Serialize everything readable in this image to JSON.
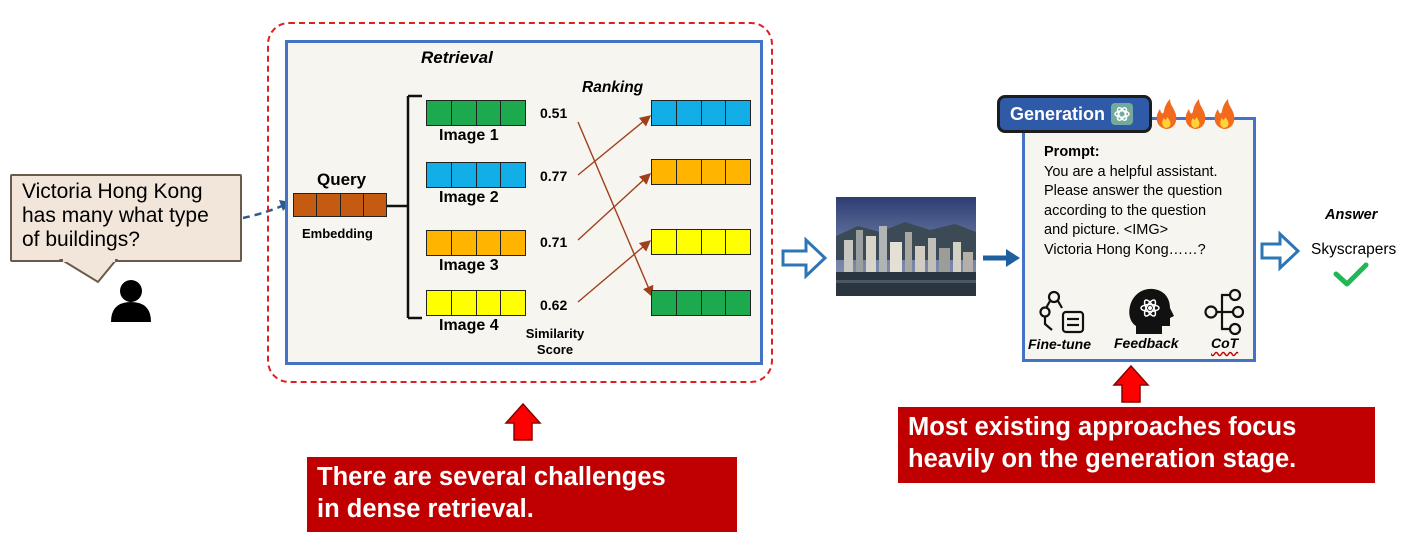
{
  "query": {
    "lines": [
      "Victoria Hong Kong",
      "has many what type",
      "of buildings?"
    ],
    "title": "Query",
    "embedding_label": "Embedding"
  },
  "retrieval": {
    "title": "Retrieval",
    "ranking_label": "Ranking",
    "similarity_label": [
      "Similarity",
      "Score"
    ],
    "images": [
      {
        "label": "Image 1",
        "score": "0.51",
        "color": "#1daa4e"
      },
      {
        "label": "Image 2",
        "score": "0.77",
        "color": "#12aee8"
      },
      {
        "label": "Image 3",
        "score": "0.71",
        "color": "#ffb400"
      },
      {
        "label": "Image 4",
        "score": "0.62",
        "color": "#ffff00"
      }
    ],
    "ranked_colors": [
      "#12aee8",
      "#ffb400",
      "#ffff00",
      "#1daa4e"
    ]
  },
  "generation": {
    "title": "Generation",
    "prompt_title": "Prompt:",
    "prompt_lines": [
      "You are a helpful assistant.",
      "Please answer the question",
      "according to the question",
      "and picture. <IMG>",
      "Victoria Hong Kong……?"
    ],
    "tools": [
      "Fine-tune",
      "Feedback",
      "CoT"
    ]
  },
  "answer": {
    "title": "Answer",
    "value": "Skyscrapers"
  },
  "notes": {
    "retrieval_lines": [
      "There are several challenges",
      "in dense retrieval."
    ],
    "generation_lines": [
      "Most existing approaches focus",
      "heavily on the generation stage."
    ]
  },
  "colors": {
    "accent_blue": "#4472c4",
    "alert_red": "#c00000",
    "embedding_brown": "#c55a11"
  }
}
